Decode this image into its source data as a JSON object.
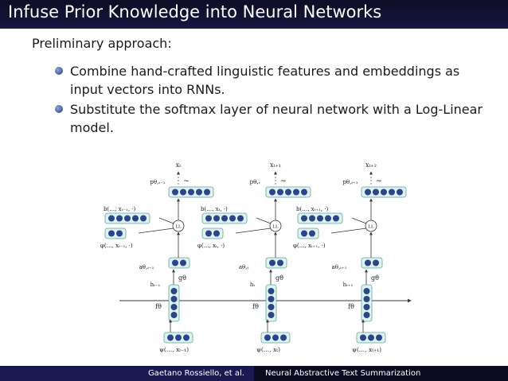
{
  "slide": {
    "title": "Infuse Prior Knowledge into Neural Networks",
    "intro": "Preliminary approach:",
    "bullets": [
      "Combine hand-crafted linguistic features and embeddings as input vectors into RNNs.",
      "Substitute the softmax layer of neural network with a Log-Linear model."
    ]
  },
  "diagram": {
    "blocks": [
      {
        "x_top": "xₜ",
        "p_label": "pθ,ₜ₋₁",
        "tilde": "~",
        "b_label": "b(…, xₜ₋₁, ·)",
        "phi_label": "φ(…, xₜ₋₁, ·)",
        "ll": "LL",
        "a_label": "aθ,ₜ₋₁",
        "g_label": "gθ",
        "h_label": "hₜ₋₁",
        "f_label": "fθ",
        "psi_label": "ψ(…, xₜ₋₁)"
      },
      {
        "x_top": "xₜ₊₁",
        "p_label": "pθ,ₜ",
        "tilde": "~",
        "b_label": "b(…, xₜ, ·)",
        "phi_label": "φ(…, xₜ, ·)",
        "ll": "LL",
        "a_label": "aθ,ₜ",
        "g_label": "gθ",
        "h_label": "hₜ",
        "f_label": "fθ",
        "psi_label": "ψ(…, xₜ)"
      },
      {
        "x_top": "xₜ₊₂",
        "p_label": "pθ,ₜ₊₁",
        "tilde": "~",
        "b_label": "b(…, xₜ₊₁, ·)",
        "phi_label": "φ(…, xₜ₊₁, ·)",
        "ll": "LL",
        "a_label": "aθ,ₜ₊₁",
        "g_label": "gθ",
        "h_label": "hₜ₊₁",
        "f_label": "fθ",
        "psi_label": "ψ(…, xₜ₊₁)"
      }
    ]
  },
  "footer": {
    "author": "Gaetano Rossiello, et al.",
    "talk_title": "Neural Abstractive Text Summarization"
  },
  "colors": {
    "title_bar": "#161640",
    "node_fill": "#2a4590",
    "box_fill": "#dff2ef",
    "box_stroke": "#5aa89a"
  }
}
